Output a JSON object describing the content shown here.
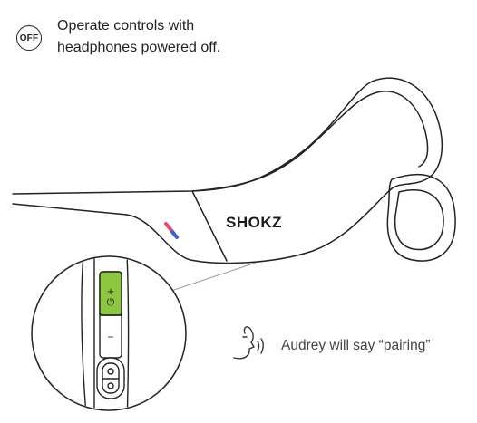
{
  "badge": {
    "label": "OFF"
  },
  "instruction": {
    "line1": "Operate controls with",
    "line2": "headphones powered off."
  },
  "device": {
    "brand": "SHOKZ",
    "highlight_color": "#8dc63f",
    "button_plus": "+",
    "button_power": "⏻",
    "button_minus": "−"
  },
  "voice_prompt": {
    "text": "Audrey will say “pairing”"
  },
  "icons": {
    "badge": "power-off-badge-icon",
    "speaker": "speaking-head-icon"
  }
}
